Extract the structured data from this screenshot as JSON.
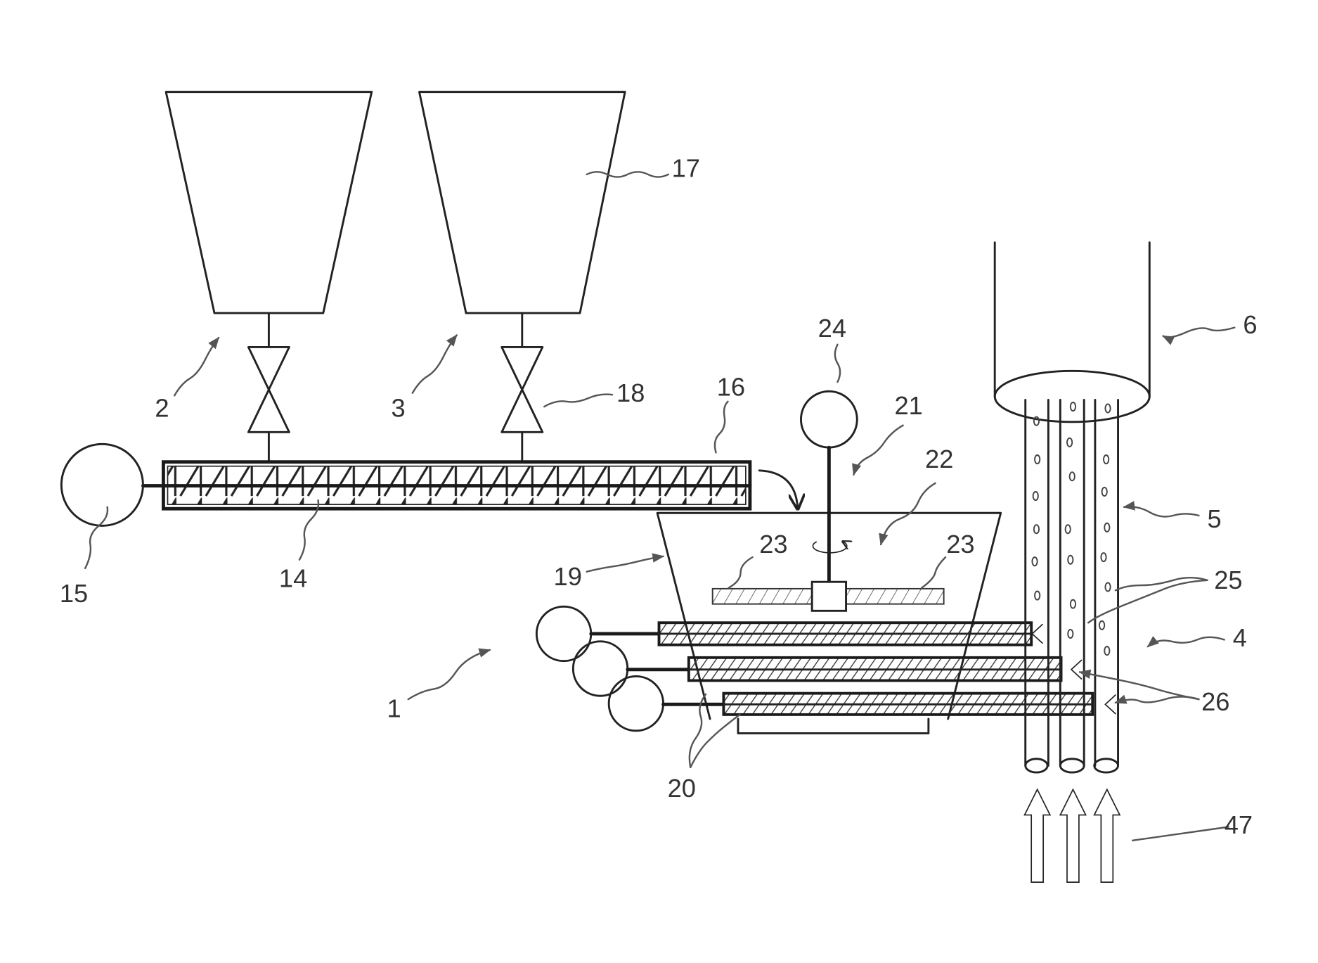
{
  "figure": {
    "colors": {
      "line": "#222222",
      "label": "#333333",
      "background": "#ffffff"
    },
    "labels": {
      "n1": "1",
      "n2": "2",
      "n3": "3",
      "n4": "4",
      "n5": "5",
      "n6": "6",
      "n14": "14",
      "n15": "15",
      "n16": "16",
      "n17": "17",
      "n18": "18",
      "n19": "19",
      "n20": "20",
      "n21": "21",
      "n22": "22",
      "n23_left": "23",
      "n23_right": "23",
      "n24": "24",
      "n25": "25",
      "n26": "26",
      "n47": "47"
    }
  }
}
